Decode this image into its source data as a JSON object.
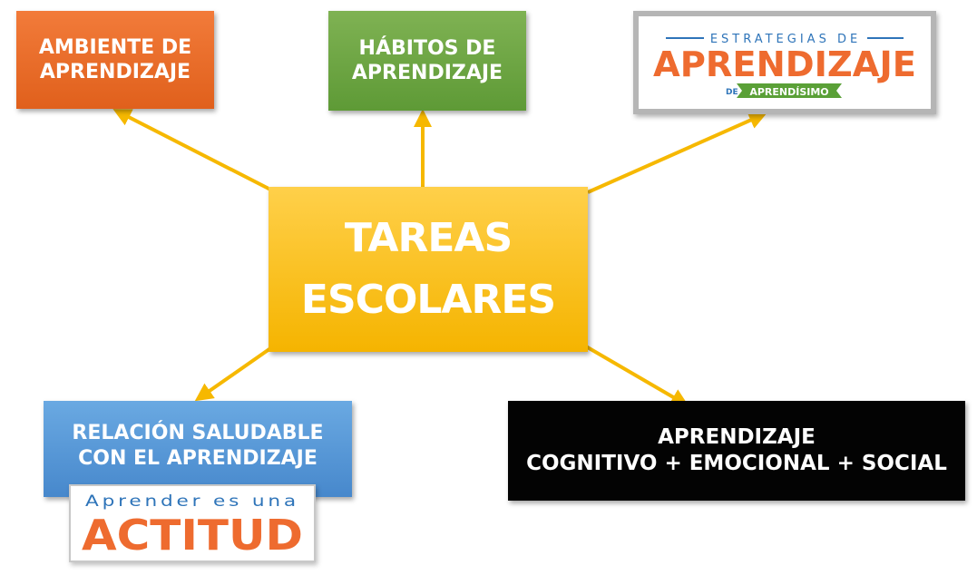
{
  "central": {
    "line1": "TAREAS",
    "line2": "ESCOLARES"
  },
  "nodes": {
    "ambiente": {
      "line1": "AMBIENTE DE",
      "line2": "APRENDIZAJE"
    },
    "habitos": {
      "line1": "HÁBITOS DE",
      "line2": "APRENDIZAJE"
    },
    "relacion": {
      "line1": "RELACIÓN SALUDABLE",
      "line2": "CON EL APRENDIZAJE"
    },
    "cognitivo": {
      "line1": "APRENDIZAJE",
      "line2": "COGNITIVO + EMOCIONAL + SOCIAL"
    }
  },
  "logos": {
    "estrategias": {
      "top": "ESTRATEGIAS DE",
      "main": "APRENDIZAJE",
      "de": "DE",
      "banner": "APRENDÍSIMO"
    },
    "actitud": {
      "top": "Aprender es una",
      "main": "ACTITUD"
    }
  },
  "colors": {
    "arrow": "#f6b800",
    "ambiente": "#e96a2a",
    "habitos": "#6aa543",
    "central": "#f9c21c",
    "relacion": "#5a9bdc",
    "cognitivo": "#000000",
    "logo_orange": "#ee6b2f",
    "logo_blue": "#2e74b9",
    "logo_green": "#5aa037"
  }
}
